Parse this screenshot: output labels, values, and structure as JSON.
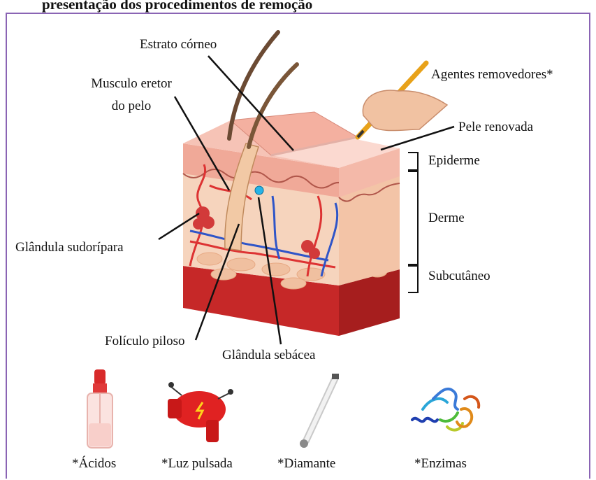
{
  "header": {
    "text": "presentação dos procedimentos de remoção"
  },
  "labels": {
    "estrato_corneo": "Estrato córneo",
    "agentes": "Agentes removedores*",
    "musculo_l1": "Musculo eretor",
    "musculo_l2": "do pelo",
    "pele_renovada": "Pele renovada",
    "epiderme": "Epiderme",
    "derme": "Derme",
    "glandula_sudoripara": "Glândula sudorípara",
    "subcutaneo": "Subcutâneo",
    "foliculo": "Folículo piloso",
    "glandula_sebacea": "Glândula sebácea"
  },
  "tools": [
    {
      "label": "*Ácidos",
      "icon": "dropper-bottle-icon"
    },
    {
      "label": "*Luz pulsada",
      "icon": "ray-gun-icon"
    },
    {
      "label": "*Diamante",
      "icon": "diamond-tip-wand-icon"
    },
    {
      "label": "*Enzimas",
      "icon": "protein-structure-icon"
    }
  ],
  "colors": {
    "frame": "#8a64b4",
    "epidermis": "#f2b6a8",
    "dermis": "#f7d2bc",
    "subcutaneous": "#d23a3a"
  }
}
